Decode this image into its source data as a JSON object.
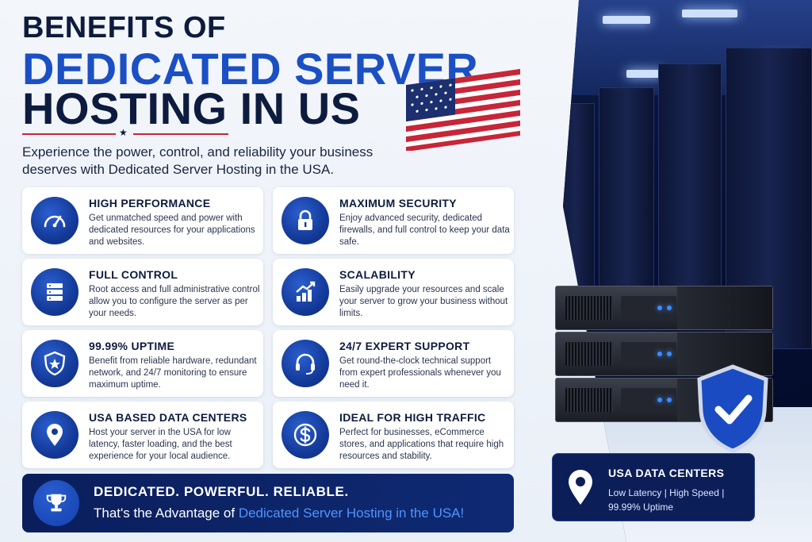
{
  "header": {
    "line1": "BENEFITS OF",
    "line2": "DEDICATED SERVER",
    "line3": "HOSTING IN US",
    "subtitle": "Experience the power, control, and reliability your business deserves with Dedicated Server Hosting in the USA."
  },
  "cards": [
    {
      "title": "HIGH PERFORMANCE",
      "desc": "Get unmatched speed and power with dedicated resources for your applications and websites.",
      "icon": "speedometer-icon"
    },
    {
      "title": "MAXIMUM SECURITY",
      "desc": "Enjoy advanced security, dedicated firewalls, and full control to keep your data safe.",
      "icon": "lock-icon"
    },
    {
      "title": "FULL CONTROL",
      "desc": "Root access and full administrative control allow you to configure the server as per your needs.",
      "icon": "server-icon"
    },
    {
      "title": "SCALABILITY",
      "desc": "Easily upgrade your resources and scale your server to grow your business without limits.",
      "icon": "growth-chart-icon"
    },
    {
      "title": "99.99% UPTIME",
      "desc": "Benefit from reliable hardware, redundant network, and 24/7 monitoring to ensure maximum uptime.",
      "icon": "shield-star-icon"
    },
    {
      "title": "24/7 EXPERT SUPPORT",
      "desc": "Get round-the-clock technical support from expert professionals whenever you need it.",
      "icon": "headset-icon"
    },
    {
      "title": "USA BASED DATA CENTERS",
      "desc": "Host your server in the USA for low latency, faster loading, and the best experience for your local audience.",
      "icon": "location-pin-icon"
    },
    {
      "title": "IDEAL FOR HIGH TRAFFIC",
      "desc": "Perfect for businesses, eCommerce stores, and applications that require high resources and stability.",
      "icon": "dollar-icon"
    }
  ],
  "banner": {
    "headline": "DEDICATED. POWERFUL. RELIABLE.",
    "tagline_prefix": "That's the Advantage of ",
    "tagline_highlight": "Dedicated Server Hosting in the USA!",
    "icon": "trophy-icon"
  },
  "datacenters": {
    "title": "USA DATA CENTERS",
    "desc": "Low Latency | High Speed | 99.99% Uptime",
    "icon": "location-pin-icon"
  },
  "colors": {
    "navy": "#0d1b3e",
    "accent_blue": "#1b4fc4",
    "flag_red": "#c62638",
    "highlight": "#4d95ff"
  }
}
